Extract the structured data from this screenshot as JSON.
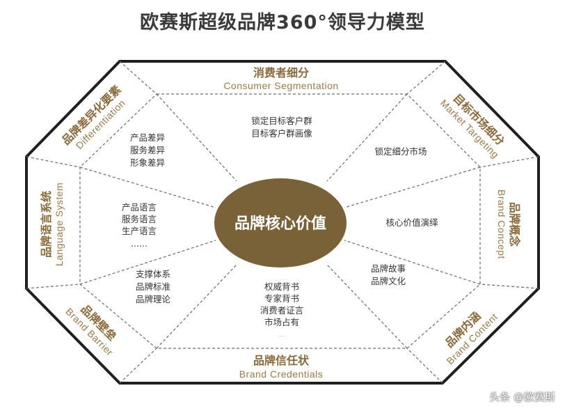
{
  "title": "欧赛斯超级品牌360°领导力模型",
  "center": "品牌核心价值",
  "sections": {
    "top": {
      "cn": "消费者细分",
      "en": "Consumer Segmentation"
    },
    "top_right": {
      "cn": "目标市场细分",
      "en": "Market Targeting"
    },
    "right": {
      "cn": "品牌概念",
      "en": "Brand Concept"
    },
    "bottom_right": {
      "cn": "品牌内涵",
      "en": "Brand Content"
    },
    "bottom": {
      "cn": "品牌信任状",
      "en": "Brand Credentials"
    },
    "bottom_left": {
      "cn": "品牌壁垒",
      "en": "Brand Barrier"
    },
    "left": {
      "cn": "品牌语言系统",
      "en": "Language System"
    },
    "top_left": {
      "cn": "品牌差异化要素",
      "en": "Differentiation"
    }
  },
  "inner": {
    "top": [
      "锁定目标客户群",
      "目标客户群画像"
    ],
    "top_right": [
      "锁定细分市场"
    ],
    "right": [
      "核心价值演绎"
    ],
    "bottom_right": [
      "品牌故事",
      "品牌文化"
    ],
    "bottom": [
      "权威背书",
      "专家背书",
      "消费者证言",
      "市场占有"
    ],
    "bottom_small": "......",
    "bottom_left": [
      "支撑体系",
      "品牌标准",
      "品牌理论"
    ],
    "left": [
      "产品语言",
      "服务语言",
      "生产语言",
      "......"
    ],
    "top_left": [
      "产品差异",
      "服务差异",
      "形象差异"
    ]
  },
  "watermark": "头条 @欧赛斯",
  "colors": {
    "center_fill": "#7a6238",
    "border": "#1f1f1f",
    "dashed": "#6a6a6a",
    "label_color": "#8a6a3a"
  }
}
